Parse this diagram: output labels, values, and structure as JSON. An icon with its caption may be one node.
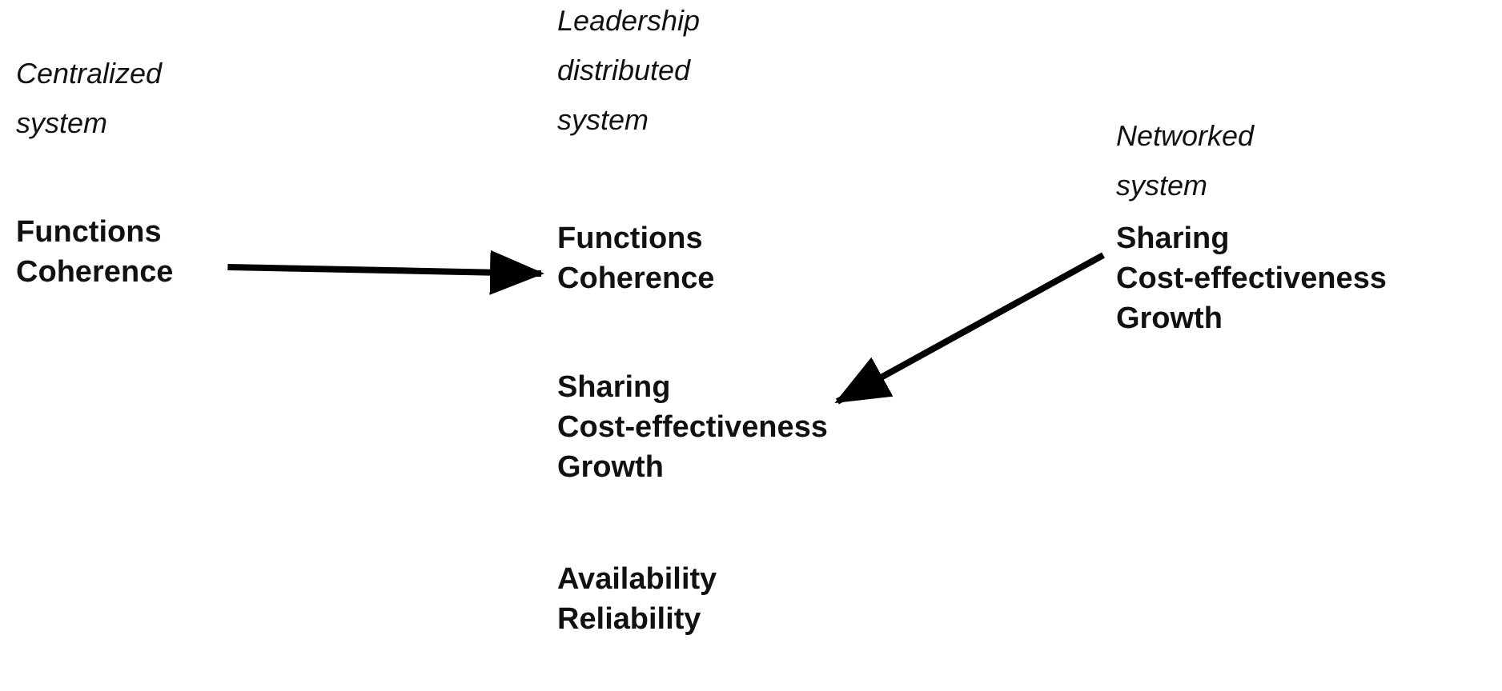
{
  "diagram": {
    "nodes": [
      {
        "text": [
          "Functions",
          "Coherence"
        ]
      },
      {
        "text": [
          "Functions",
          "Coherence"
        ]
      },
      {
        "text": [
          "Sharing",
          "Cost-effectiveness",
          "Growth"
        ]
      },
      {
        "text": [
          "Availability",
          "Reliability"
        ]
      },
      {
        "text": [
          "Sharing",
          "Cost-effectiveness",
          "Growth"
        ]
      }
    ],
    "edges": [
      {
        "from": 0,
        "to": 1,
        "arrow": "to"
      },
      {
        "from": 4,
        "to": 2,
        "arrow": "to"
      }
    ],
    "labels": [
      "Centralized system",
      "Leadership distributed system",
      "Networked system"
    ]
  }
}
